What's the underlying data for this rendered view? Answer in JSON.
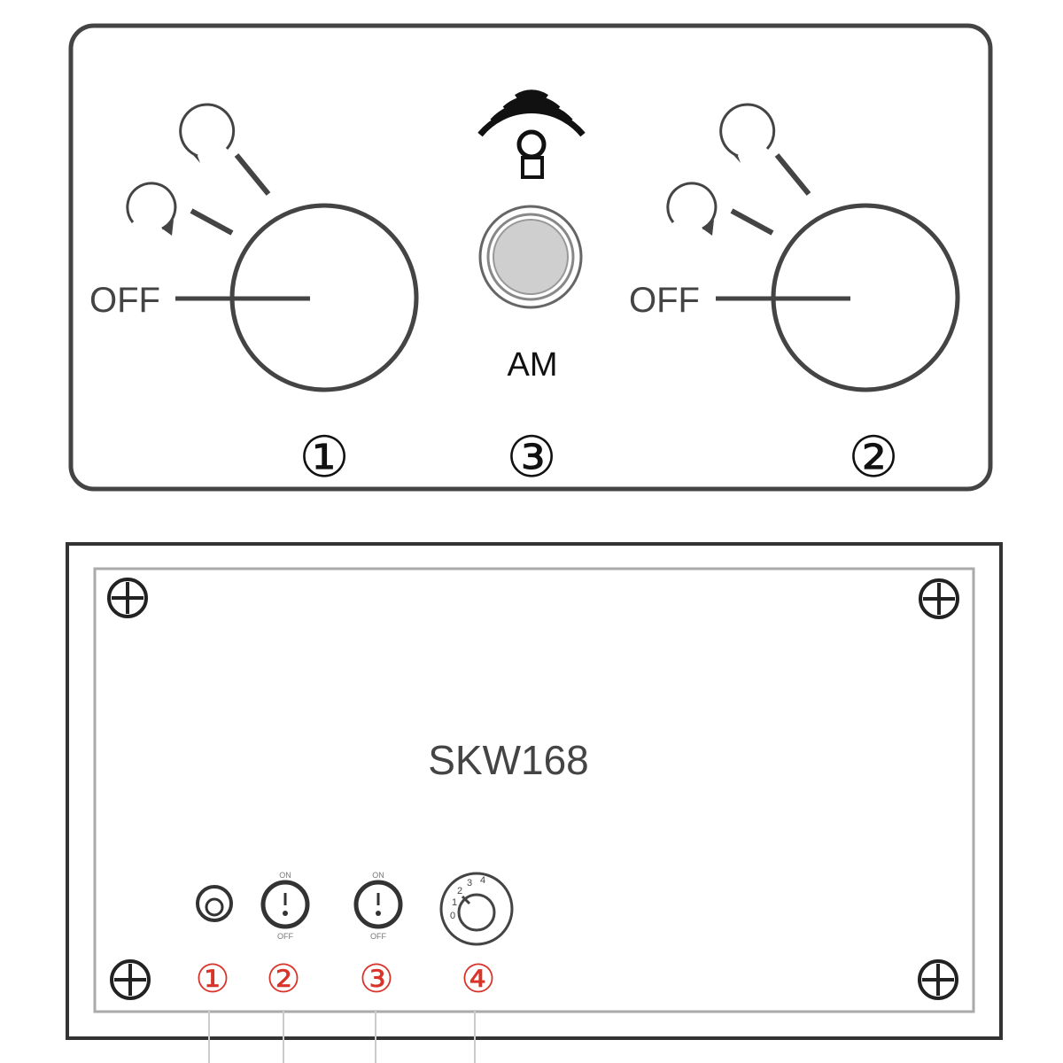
{
  "top_panel": {
    "knob_left": {
      "off_label": "OFF",
      "number": "①"
    },
    "knob_right": {
      "off_label": "OFF",
      "number": "②"
    },
    "indicator": {
      "label": "AM",
      "number": "③",
      "icon": "sensor-lamp-icon"
    }
  },
  "bottom_panel": {
    "model": "SKW168",
    "controls": [
      {
        "number": "①",
        "icon": "knob-icon"
      },
      {
        "number": "②",
        "icon": "toggle-switch-icon",
        "on_label": "ON",
        "off_label": "OFF"
      },
      {
        "number": "③",
        "icon": "toggle-switch-icon",
        "on_label": "ON",
        "off_label": "OFF"
      },
      {
        "number": "④",
        "icon": "rotary-selector-icon",
        "scale": [
          "0",
          "1",
          "2",
          "3",
          "4"
        ]
      }
    ]
  },
  "colors": {
    "line": "#444444",
    "callout": "#d8342a",
    "lamp_fill": "#cfcfcf"
  }
}
